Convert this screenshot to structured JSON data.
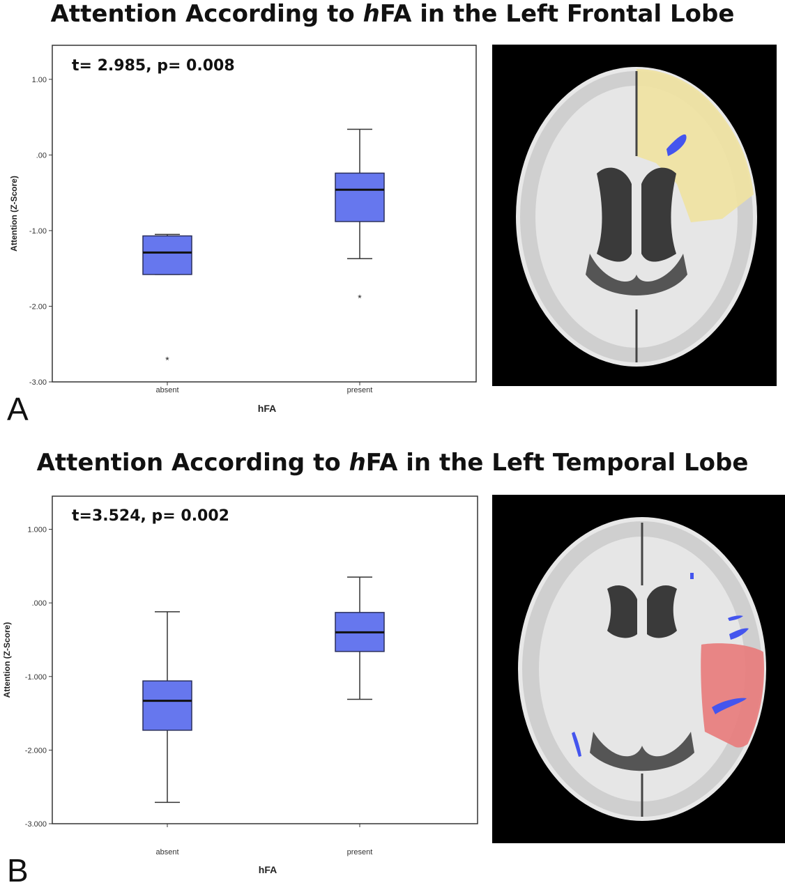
{
  "panels": [
    {
      "letter": "A",
      "title_pre": "Attention  According to ",
      "title_italic": "h",
      "title_post": "FA in the Left Frontal Lobe",
      "stat": "t= 2.985, p= 0.008",
      "ytick_labels": [
        "1.00",
        ".00",
        "-1.00",
        "-2.00",
        "-3.00"
      ],
      "brain_highlight": "#efe2a0"
    },
    {
      "letter": "B",
      "title_pre": "Attention According to ",
      "title_italic": "h",
      "title_post": "FA in the Left Temporal Lobe",
      "stat": "t=3.524, p= 0.002",
      "ytick_labels": [
        "1.000",
        ".000",
        "-1.000",
        "-2.000",
        "-3.000"
      ],
      "brain_highlight": "#e87a7a"
    }
  ],
  "colors": {
    "box_fill": "#6677ee",
    "box_stroke": "#2a2f5c"
  },
  "chart_data": [
    {
      "type": "box",
      "title": "Attention  According to hFA in the Left Frontal Lobe",
      "annotation": "t= 2.985, p= 0.008",
      "xlabel": "hFA",
      "ylabel": "Attention (Z-Score)",
      "ylim": [
        -3.0,
        1.45
      ],
      "yticks": [
        1.0,
        0.0,
        -1.0,
        -2.0,
        -3.0
      ],
      "grid": false,
      "categories": [
        "absent",
        "present"
      ],
      "boxes": [
        {
          "category": "absent",
          "whisker_low": -1.58,
          "q1": -1.58,
          "median": -1.29,
          "q3": -1.07,
          "whisker_high": -1.05,
          "outliers": [
            -2.7
          ]
        },
        {
          "category": "present",
          "whisker_low": -1.37,
          "q1": -0.88,
          "median": -0.46,
          "q3": -0.24,
          "whisker_high": 0.34,
          "outliers": [
            -1.88
          ]
        }
      ]
    },
    {
      "type": "box",
      "title": "Attention According to hFA in the Left Temporal Lobe",
      "annotation": "t=3.524, p= 0.002",
      "xlabel": "hFA",
      "ylabel": "Attention (Z-Score)",
      "ylim": [
        -3.0,
        1.45
      ],
      "yticks": [
        1.0,
        0.0,
        -1.0,
        -2.0,
        -3.0
      ],
      "grid": false,
      "categories": [
        "absent",
        "present"
      ],
      "boxes": [
        {
          "category": "absent",
          "whisker_low": -2.71,
          "q1": -1.73,
          "median": -1.33,
          "q3": -1.06,
          "whisker_high": -0.12,
          "outliers": []
        },
        {
          "category": "present",
          "whisker_low": -1.31,
          "q1": -0.66,
          "median": -0.4,
          "q3": -0.13,
          "whisker_high": 0.35,
          "outliers": []
        }
      ]
    }
  ]
}
